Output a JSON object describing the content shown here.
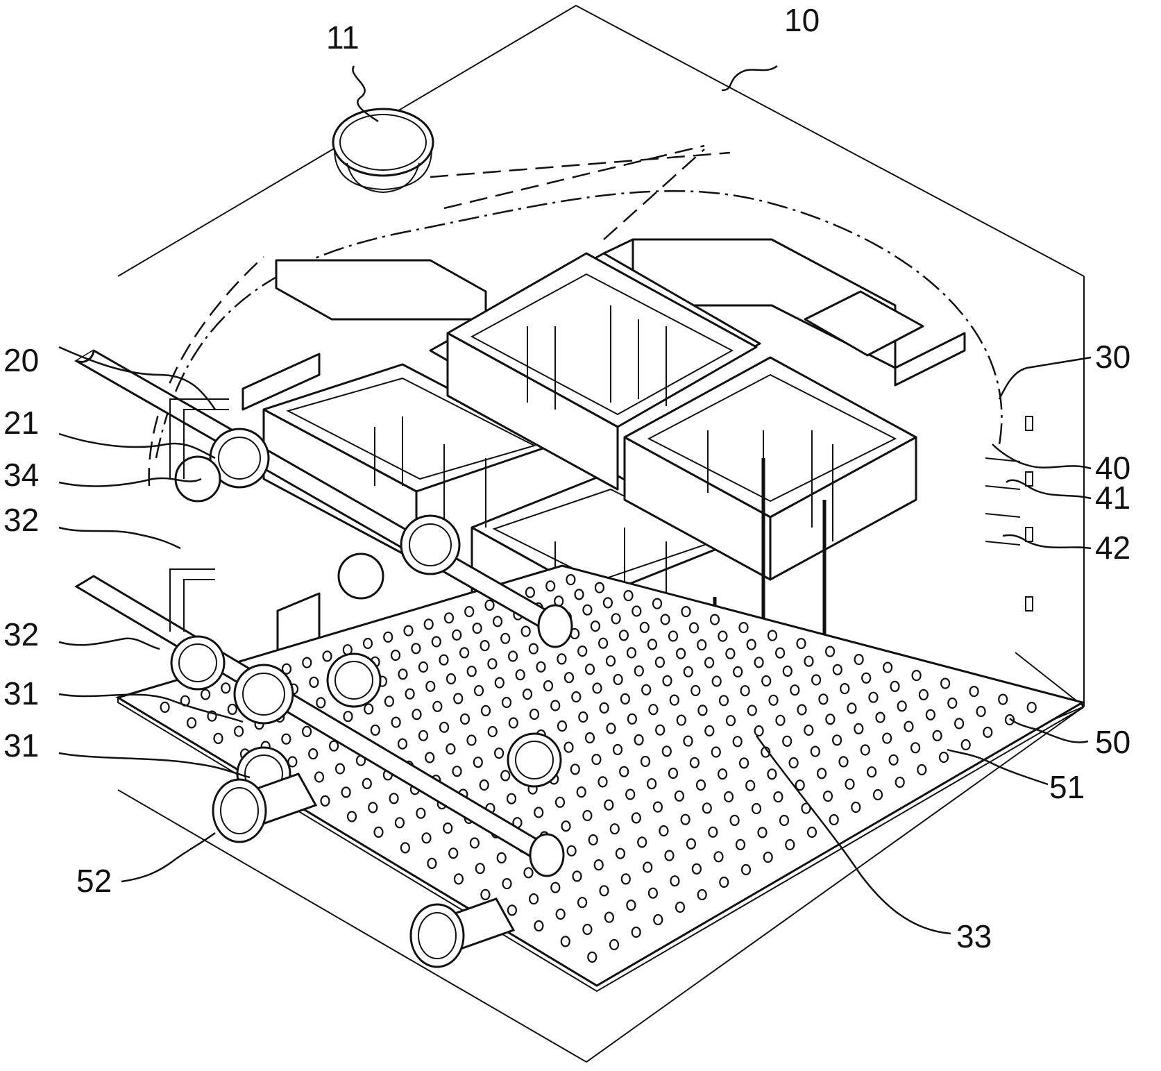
{
  "labels": {
    "l10": "10",
    "l11": "11",
    "l20": "20",
    "l21": "21",
    "l30": "30",
    "l31a": "31",
    "l31b": "31",
    "l32a": "32",
    "l32b": "32",
    "l33": "33",
    "l34": "34",
    "l40": "40",
    "l41": "41",
    "l42": "42",
    "l50": "50",
    "l51": "51",
    "l52": "52"
  }
}
